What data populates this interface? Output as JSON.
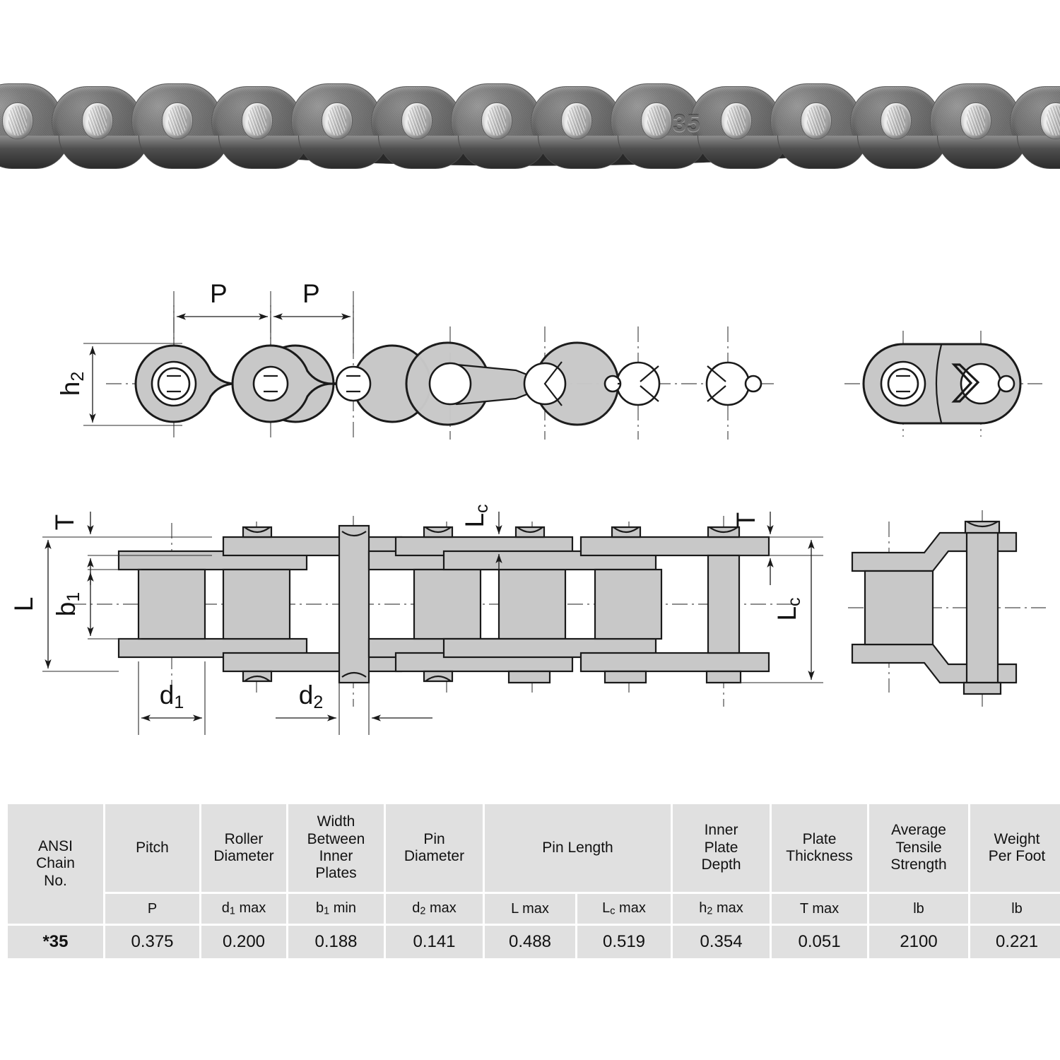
{
  "product": {
    "chain_marking": "35",
    "photo_alt": "ANSI 35 roller chain photograph"
  },
  "diagram_side_view": {
    "labels": {
      "pitch_1": "P",
      "pitch_2": "P",
      "plate_depth": "h2"
    }
  },
  "diagram_section_view": {
    "labels": {
      "plate_thickness_left": "T",
      "plate_thickness_right": "T",
      "pin_length": "L",
      "inner_width": "b1",
      "roller_diameter": "d1",
      "pin_diameter": "d2",
      "conn_pin_length_top": "Lc",
      "conn_pin_length_right": "Lc"
    }
  },
  "table": {
    "group_headers": [
      {
        "label": "ANSI\nChain\nNo.",
        "lines": [
          "ANSI",
          "Chain",
          "No."
        ],
        "span": 1,
        "rowspan": 2
      },
      {
        "label": "Pitch",
        "lines": [
          "Pitch"
        ],
        "span": 1
      },
      {
        "label": "Roller Diameter",
        "lines": [
          "Roller",
          "Diameter"
        ],
        "span": 1
      },
      {
        "label": "Width Between Inner Plates",
        "lines": [
          "Width",
          "Between",
          "Inner",
          "Plates"
        ],
        "span": 1
      },
      {
        "label": "Pin Diameter",
        "lines": [
          "Pin",
          "Diameter"
        ],
        "span": 1
      },
      {
        "label": "Pin Length",
        "lines": [
          "Pin Length"
        ],
        "span": 2
      },
      {
        "label": "Inner Plate Depth",
        "lines": [
          "Inner",
          "Plate",
          "Depth"
        ],
        "span": 1
      },
      {
        "label": "Plate Thickness",
        "lines": [
          "Plate",
          "Thickness"
        ],
        "span": 1
      },
      {
        "label": "Average Tensile Strength",
        "lines": [
          "Average",
          "Tensile",
          "Strength"
        ],
        "span": 1
      },
      {
        "label": "Weight Per Foot",
        "lines": [
          "Weight",
          "Per Foot"
        ],
        "span": 1
      }
    ],
    "sub_headers": [
      "P",
      "d1 max",
      "b1 min",
      "d2 max",
      "L max",
      "Lc max",
      "h2 max",
      "T max",
      "lb",
      "lb"
    ],
    "rows": [
      {
        "ansi_chain_no": "*35",
        "values": [
          "0.375",
          "0.200",
          "0.188",
          "0.141",
          "0.488",
          "0.519",
          "0.354",
          "0.051",
          "2100",
          "0.221"
        ]
      }
    ]
  },
  "colors": {
    "header_bg": "#e0e0e0",
    "subheader_bg": "#cfcfcf",
    "data_row_bg": "#b9dced",
    "drawing_fill": "#c8c8c8",
    "drawing_line": "#1a1a1a",
    "page_bg": "#ffffff"
  }
}
